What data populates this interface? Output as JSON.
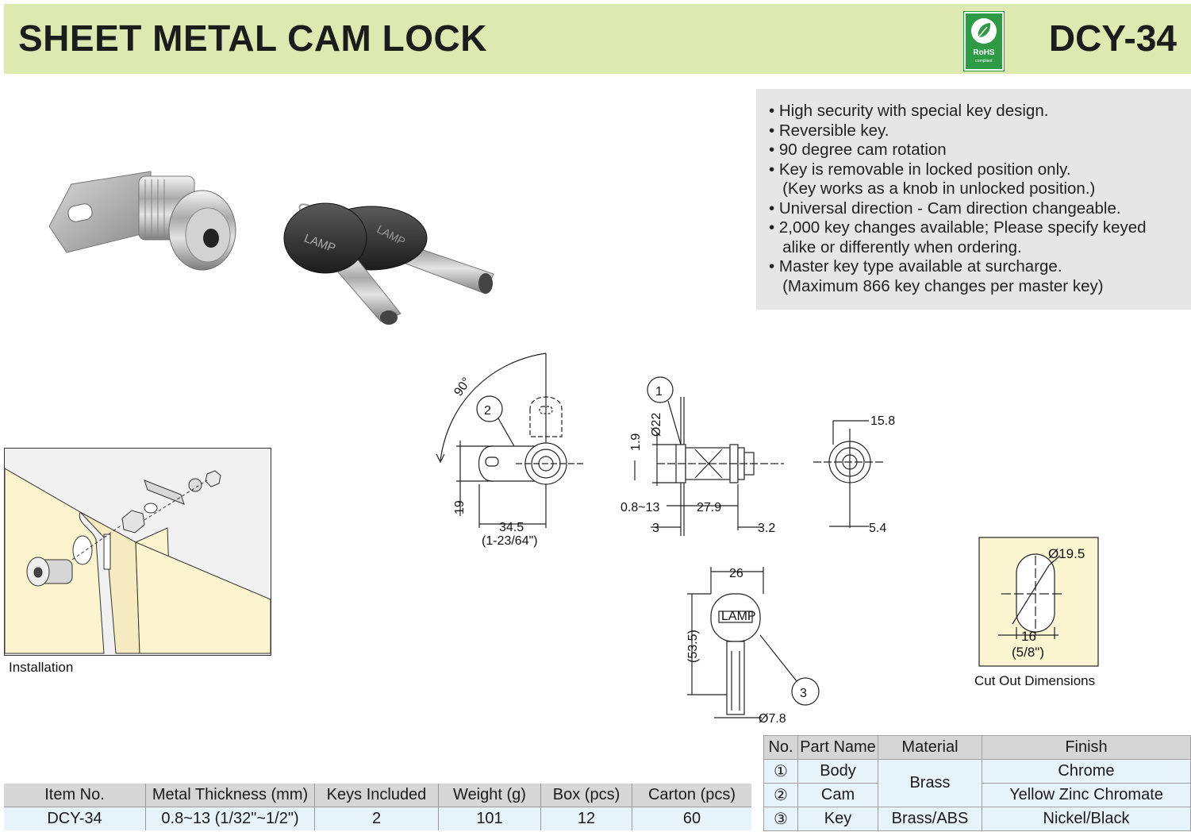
{
  "header": {
    "title": "SHEET METAL CAM LOCK",
    "model": "DCY-34",
    "rohs_badge": "RoHS",
    "rohs_sub": "compliant",
    "band_color": "#dde9b0"
  },
  "features": [
    "• High security with special key design.",
    "• Reversible key.",
    "• 90 degree cam rotation",
    "• Key is removable in locked position only.",
    "   (Key works as a knob in unlocked position.)",
    "• Universal direction - Cam direction changeable.",
    "• 2,000 key changes available; Please specify keyed",
    "   alike or differently when ordering.",
    "• Master key type available at surcharge.",
    "   (Maximum 866 key changes per master key)"
  ],
  "product_photo": {
    "key_brand": "LAMP"
  },
  "installation": {
    "caption": "Installation"
  },
  "drawing": {
    "callout_1": "1",
    "callout_2": "2",
    "callout_3": "3",
    "angle": "90°",
    "dim_19": "19",
    "dim_34_5": "34.5",
    "dim_34_5_inch": "(1-23/64\")",
    "dim_1_9": "1.9",
    "dim_22": "Ø22",
    "dim_0_8_13": "0.8~13",
    "dim_27_9": "27.9",
    "dim_3": "3",
    "dim_3_2": "3.2",
    "dim_15_8": "15.8",
    "dim_5_4": "5.4",
    "dim_26": "26",
    "dim_53_5": "(53.5)",
    "dim_7_8": "Ø7.8",
    "key_label": "LAMP"
  },
  "cutout": {
    "dia": "Ø19.5",
    "width": "16",
    "width_inch": "(5/8\")",
    "caption": "Cut Out Dimensions"
  },
  "spec_table": {
    "headers": [
      "Item No.",
      "Metal Thickness (mm)",
      "Keys Included",
      "Weight (g)",
      "Box (pcs)",
      "Carton (pcs)"
    ],
    "row": [
      "DCY-34",
      "0.8~13 (1/32\"~1/2\")",
      "2",
      "101",
      "12",
      "60"
    ]
  },
  "parts_table": {
    "headers": [
      "No.",
      "Part Name",
      "Material",
      "Finish"
    ],
    "rows": [
      {
        "no": "①",
        "name": "Body",
        "material": "Brass",
        "finish": "Chrome"
      },
      {
        "no": "②",
        "name": "Cam",
        "material": "",
        "finish": "Yellow Zinc Chromate"
      },
      {
        "no": "③",
        "name": "Key",
        "material": "Brass/ABS",
        "finish": "Nickel/Black"
      }
    ]
  }
}
